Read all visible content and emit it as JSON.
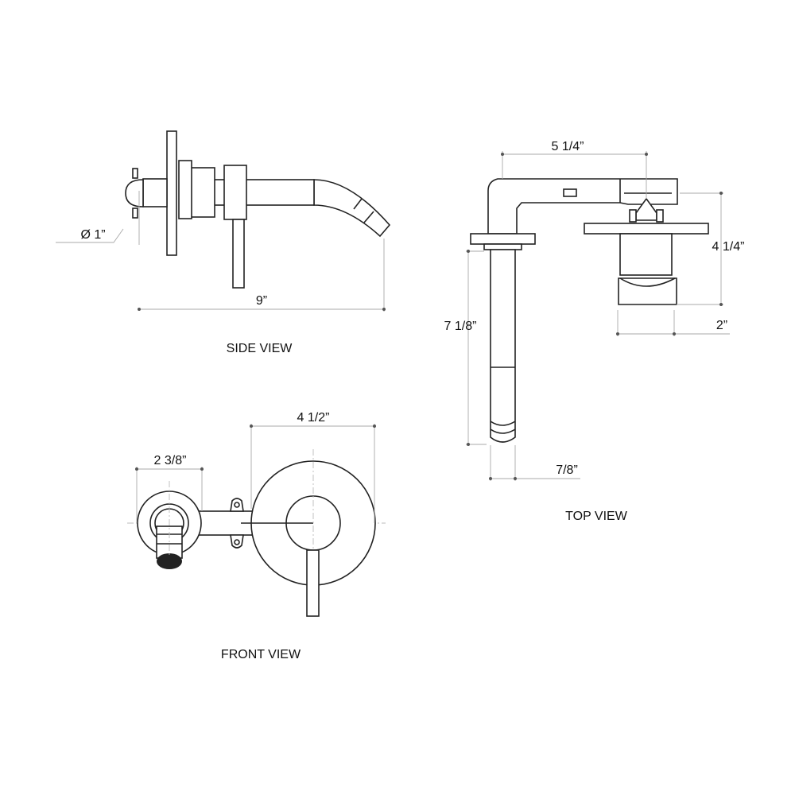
{
  "side_view": {
    "title": "SIDE VIEW",
    "dim_length": "9”",
    "dim_diameter": "Ø 1”"
  },
  "top_view": {
    "title": "TOP VIEW",
    "dim_reach": "5 1/4”",
    "dim_depth": "4 1/4”",
    "dim_handle_width": "2”",
    "dim_spout_length": "7 1/8”",
    "dim_spout_width": "7/8”"
  },
  "front_view": {
    "title": "FRONT VIEW",
    "dim_spout_plate": "2 3/8”",
    "dim_handle_plate": "4 1/2”"
  }
}
